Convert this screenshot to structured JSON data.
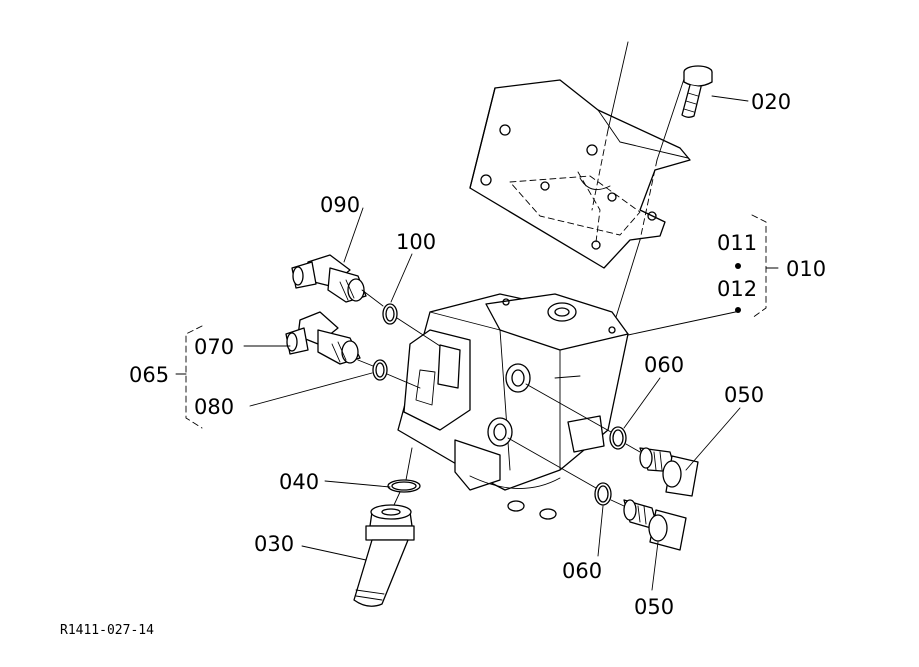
{
  "labels": {
    "p010": "010",
    "p011": "011",
    "p012": "012",
    "p020": "020",
    "p030": "030",
    "p040": "040",
    "p050a": "050",
    "p050b": "050",
    "p060a": "060",
    "p060b": "060",
    "p065": "065",
    "p070": "070",
    "p080": "080",
    "p090": "090",
    "p100": "100"
  },
  "reference": "R1411-027-14"
}
